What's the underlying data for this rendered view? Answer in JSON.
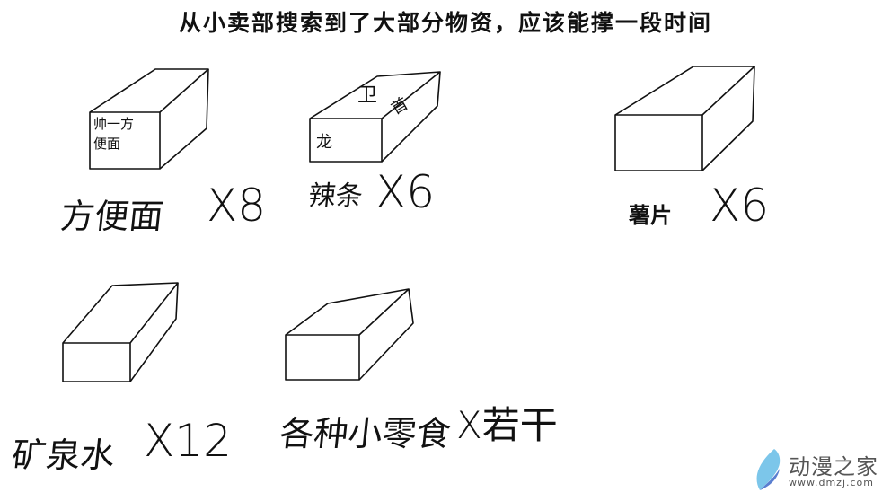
{
  "title": "从小卖部搜索到了大部分物资，应该能撑一段时间",
  "items": [
    {
      "name": "方便面",
      "qty": "X8",
      "box_label": [
        "帅一方",
        "便面"
      ]
    },
    {
      "name": "辣条",
      "qty": "X6",
      "box_label": [
        "卫",
        "龙",
        "首"
      ]
    },
    {
      "name": "薯片",
      "qty": "X6"
    },
    {
      "name": "矿泉水",
      "qty": "X12"
    },
    {
      "name": "各种小零食",
      "qty": "X若干"
    }
  ],
  "watermark": {
    "name": "动漫之家",
    "url": "www.dmzj.com",
    "color": "#4a9fd8"
  }
}
